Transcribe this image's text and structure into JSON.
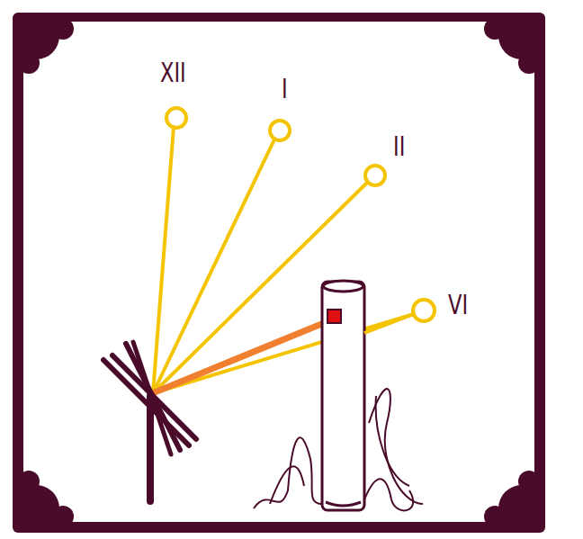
{
  "diagram": {
    "labels": [
      "XII",
      "I",
      "II",
      "VI"
    ]
  }
}
